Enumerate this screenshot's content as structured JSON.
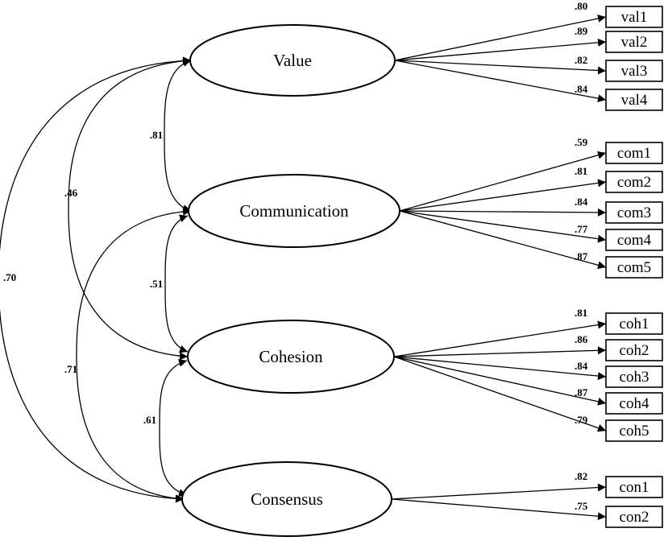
{
  "latents": [
    {
      "id": "value",
      "label": "Value"
    },
    {
      "id": "communication",
      "label": "Communication"
    },
    {
      "id": "cohesion",
      "label": "Cohesion"
    },
    {
      "id": "consensus",
      "label": "Consensus"
    }
  ],
  "loadings": [
    {
      "latent": "value",
      "indicator": "val1",
      "coef": ".80"
    },
    {
      "latent": "value",
      "indicator": "val2",
      "coef": ".89"
    },
    {
      "latent": "value",
      "indicator": "val3",
      "coef": ".82"
    },
    {
      "latent": "value",
      "indicator": "val4",
      "coef": ".84"
    },
    {
      "latent": "communication",
      "indicator": "com1",
      "coef": ".59"
    },
    {
      "latent": "communication",
      "indicator": "com2",
      "coef": ".81"
    },
    {
      "latent": "communication",
      "indicator": "com3",
      "coef": ".84"
    },
    {
      "latent": "communication",
      "indicator": "com4",
      "coef": ".77"
    },
    {
      "latent": "communication",
      "indicator": "com5",
      "coef": ".87"
    },
    {
      "latent": "cohesion",
      "indicator": "coh1",
      "coef": ".81"
    },
    {
      "latent": "cohesion",
      "indicator": "coh2",
      "coef": ".86"
    },
    {
      "latent": "cohesion",
      "indicator": "coh3",
      "coef": ".84"
    },
    {
      "latent": "cohesion",
      "indicator": "coh4",
      "coef": ".87"
    },
    {
      "latent": "cohesion",
      "indicator": "coh5",
      "coef": ".79"
    },
    {
      "latent": "consensus",
      "indicator": "con1",
      "coef": ".82"
    },
    {
      "latent": "consensus",
      "indicator": "con2",
      "coef": ".75"
    }
  ],
  "correlations": [
    {
      "from": "value",
      "to": "communication",
      "coef": ".81"
    },
    {
      "from": "communication",
      "to": "cohesion",
      "coef": ".51"
    },
    {
      "from": "cohesion",
      "to": "consensus",
      "coef": ".61"
    },
    {
      "from": "value",
      "to": "cohesion",
      "coef": ".46"
    },
    {
      "from": "communication",
      "to": "consensus",
      "coef": ".71"
    },
    {
      "from": "value",
      "to": "consensus",
      "coef": ".70"
    }
  ]
}
